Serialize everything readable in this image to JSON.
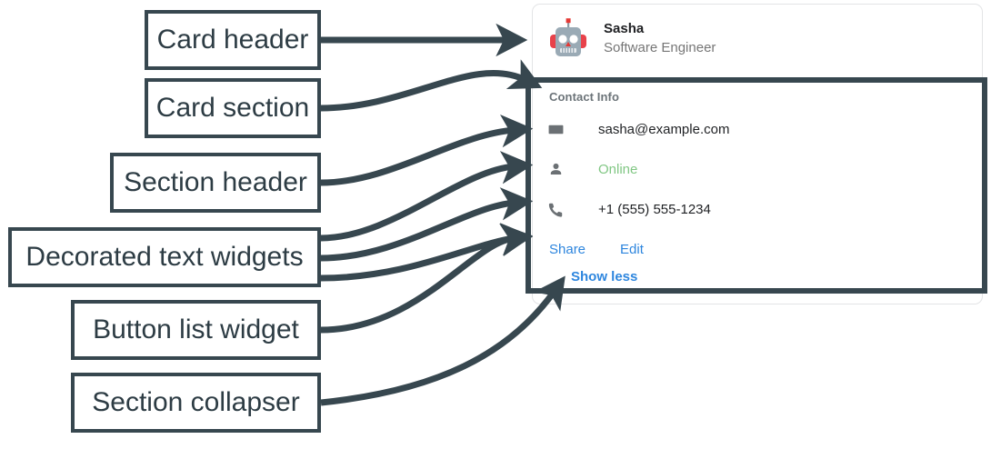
{
  "theme": {
    "annotation_color": "#37474f",
    "link_color": "#2e86de",
    "status_online_color": "#81c784",
    "card_border_color": "#e3e4e6",
    "muted_text_color": "#767676"
  },
  "annotations": [
    {
      "id": "card-header",
      "label": "Card header"
    },
    {
      "id": "card-section",
      "label": "Card section"
    },
    {
      "id": "section-header",
      "label": "Section header"
    },
    {
      "id": "decorated",
      "label": "Decorated text widgets"
    },
    {
      "id": "button-list",
      "label": "Button list widget"
    },
    {
      "id": "collapser",
      "label": "Section collapser"
    }
  ],
  "card": {
    "header": {
      "avatar_icon": "robot-avatar-icon",
      "title": "Sasha",
      "subtitle": "Software Engineer"
    },
    "section": {
      "title": "Contact Info",
      "rows": [
        {
          "icon": "email-icon",
          "text": "sasha@example.com",
          "style": "default"
        },
        {
          "icon": "person-icon",
          "text": "Online",
          "style": "online"
        },
        {
          "icon": "phone-icon",
          "text": "+1 (555) 555-1234",
          "style": "default"
        }
      ],
      "buttons": [
        {
          "icon": "share-action",
          "label": "Share"
        },
        {
          "icon": "edit-action",
          "label": "Edit"
        }
      ],
      "collapser": {
        "icon": "collapse-toggle",
        "label": "Show less"
      }
    }
  }
}
